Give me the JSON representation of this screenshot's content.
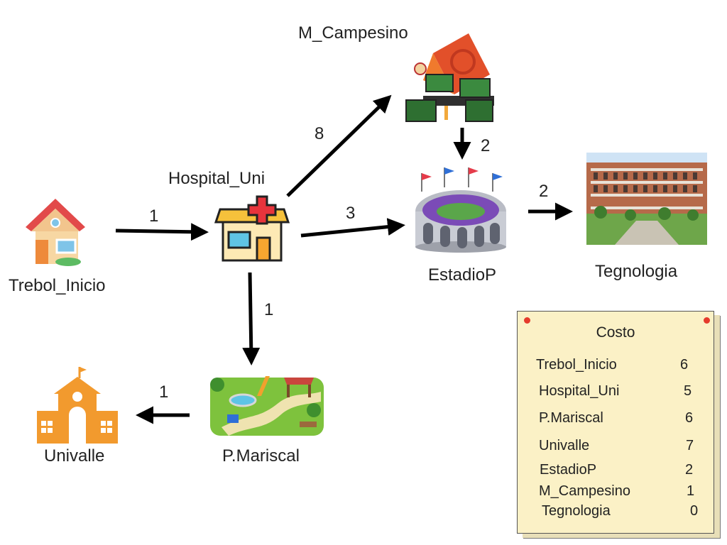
{
  "nodes": {
    "trebol": "Trebol_Inicio",
    "hospital": "Hospital_Uni",
    "campesino": "M_Campesino",
    "estadio": "EstadioP",
    "tecnologia": "Tegnologia",
    "mariscal": "P.Mariscal",
    "univalle": "Univalle"
  },
  "edges": {
    "trebol_hospital": "1",
    "hospital_campesino": "8",
    "hospital_estadio": "3",
    "campesino_estadio": "2",
    "estadio_tecnologia": "2",
    "hospital_mariscal": "1",
    "mariscal_univalle": "1"
  },
  "cost_table": {
    "title": "Costo",
    "rows": [
      {
        "name": "Trebol_Inicio",
        "value": "6"
      },
      {
        "name": "Hospital_Uni",
        "value": "5"
      },
      {
        "name": "P.Mariscal",
        "value": "6"
      },
      {
        "name": "Univalle",
        "value": "7"
      },
      {
        "name": "EstadioP",
        "value": "2"
      },
      {
        "name": "M_Campesino",
        "value": "1"
      },
      {
        "name": "Tegnologia",
        "value": "0"
      }
    ]
  },
  "colors": {
    "arrow": "#000000",
    "pin": "#e53b2c",
    "note": "#fbf1c6"
  },
  "icons": [
    "house-icon",
    "hospital-icon",
    "market-stall-icon",
    "stadium-icon",
    "university-photo",
    "park-icon",
    "school-icon"
  ]
}
